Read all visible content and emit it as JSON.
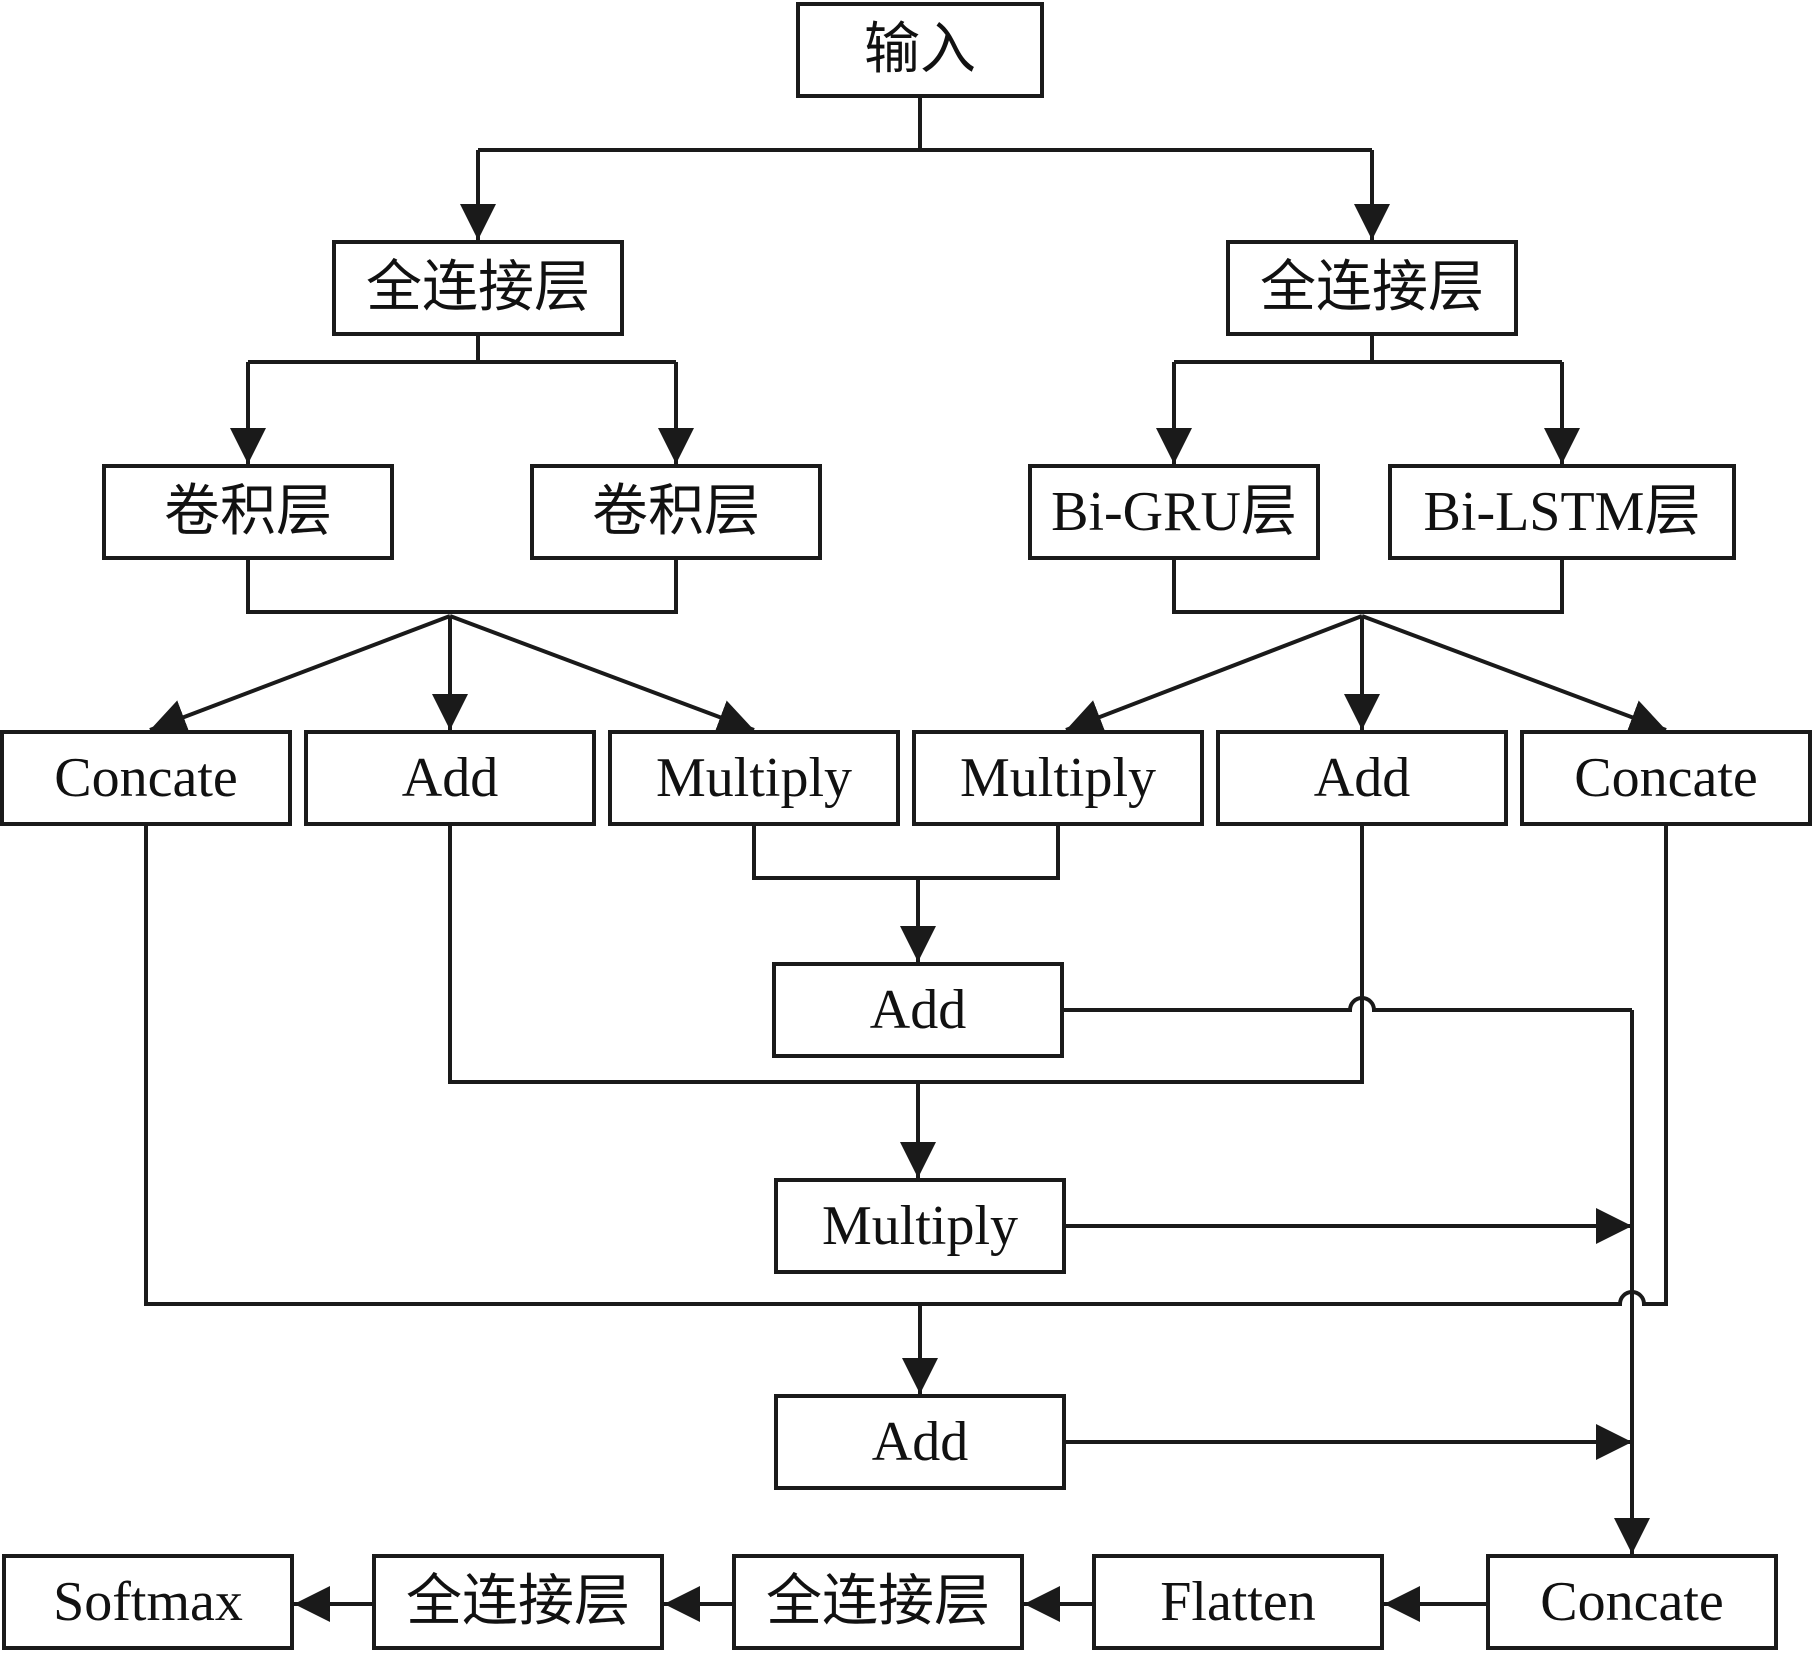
{
  "diagram": {
    "line_color": "#1a1a1a",
    "nodes": {
      "input": "输入",
      "fc_left": "全连接层",
      "fc_right": "全连接层",
      "conv_1": "卷积层",
      "conv_2": "卷积层",
      "bigru": "Bi-GRU层",
      "bilstm": "Bi-LSTM层",
      "concate_left": "Concate",
      "add_left": "Add",
      "multiply_left": "Multiply",
      "multiply_right": "Multiply",
      "add_right": "Add",
      "concate_right": "Concate",
      "add_mid": "Add",
      "multiply_mid": "Multiply",
      "add_bottom": "Add",
      "concate_final": "Concate",
      "flatten": "Flatten",
      "fc_out_1": "全连接层",
      "fc_out_2": "全连接层",
      "softmax": "Softmax"
    }
  }
}
